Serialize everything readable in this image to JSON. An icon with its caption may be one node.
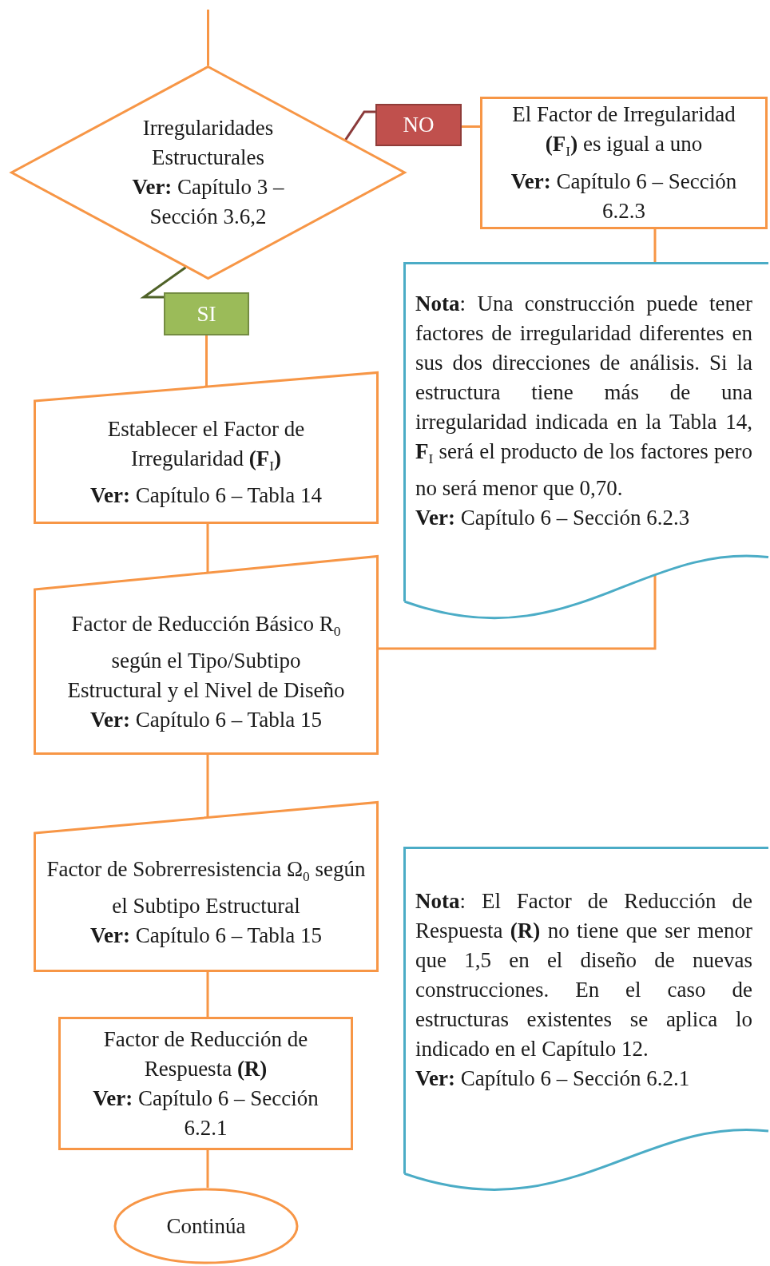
{
  "diagram": {
    "nodes": [
      {
        "text": [
          "Irregularidades Estructurales",
          "**Ver:** Capítulo 3 – Sección 3.6,2"
        ]
      },
      {
        "text": [
          "NO"
        ]
      },
      {
        "text": [
          "El Factor de Irregularidad **(F**$_{I}$**)** es igual a uno",
          "**Ver:** Capítulo 6 – Sección 6.2.3"
        ]
      },
      {
        "text": [
          "SI"
        ]
      },
      {
        "text": [
          "Establecer el Factor de Irregularidad **(F**$_{I}$**)**",
          "**Ver:** Capítulo 6 – Tabla 14"
        ]
      },
      {
        "text": [
          "**Nota**: Una construcción puede tener factores de irregularidad diferentes en sus dos direcciones de análisis. Si la estructura tiene más de una irregularidad indicada en la Tabla 14, **F**$_{I}$ será el producto de los factores pero no será menor que 0,70.",
          "**Ver:** Capítulo 6 – Sección 6.2.3"
        ]
      },
      {
        "text": [
          "Factor de Reducción Básico R$_{0}$ según el Tipo/Subtipo Estructural y el Nivel de Diseño",
          "**Ver:** Capítulo 6 – Tabla 15"
        ]
      },
      {
        "text": [
          "Factor de Sobrerresistencia Ω$_{0}$ según el Subtipo Estructural",
          "**Ver:** Capítulo 6 – Tabla 15"
        ]
      },
      {
        "text": [
          "**Nota**: El Factor de Reducción de Respuesta **(R)** no tiene que ser menor que 1,5 en el diseño de nuevas construcciones. En el caso de estructuras existentes se aplica lo indicado en el Capítulo 12.",
          "**Ver:** Capítulo 6 – Sección 6.2.1"
        ]
      },
      {
        "text": [
          "Factor de Reducción de Respuesta **(R)**",
          "**Ver:** Capítulo 6 – Sección 6.2.1"
        ]
      },
      {
        "text": [
          "Continúa"
        ]
      }
    ],
    "edges": [
      {
        "from": null,
        "to": 0,
        "arrow": "none"
      },
      {
        "from": 0,
        "to": 1,
        "arrow": "none",
        "color": "#8b3a3a"
      },
      {
        "from": 1,
        "to": 2,
        "arrow": "none"
      },
      {
        "from": 2,
        "to": 5,
        "arrow": "none"
      },
      {
        "from": 0,
        "to": 3,
        "arrow": "none",
        "color": "#4f6228"
      },
      {
        "from": 3,
        "to": 4,
        "arrow": "none"
      },
      {
        "from": 4,
        "to": 6,
        "arrow": "none"
      },
      {
        "from": 5,
        "to": 6,
        "arrow": "none"
      },
      {
        "from": 6,
        "to": 7,
        "arrow": "none"
      },
      {
        "from": 7,
        "to": 9,
        "arrow": "none"
      },
      {
        "from": 9,
        "to": 10,
        "arrow": "none"
      }
    ]
  }
}
